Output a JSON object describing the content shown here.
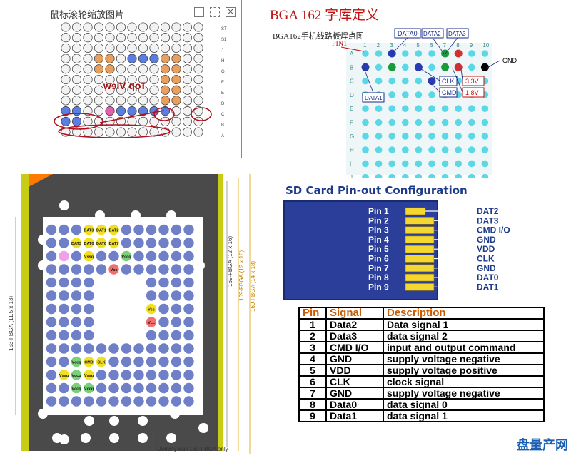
{
  "viewer": {
    "title": "鼠标滚轮缩放图片",
    "mirrored_caption": "Top View",
    "row_labels": [
      "ST",
      "S1",
      "J",
      "H",
      "G",
      "F",
      "E",
      "D",
      "C",
      "B",
      "A"
    ]
  },
  "bga162": {
    "title": "BGA 162 字库定义",
    "subtitle": "BGA162手机线路板焊点图",
    "pin1_label": "PIN1",
    "col_labels": [
      "1",
      "2",
      "3",
      "4",
      "5",
      "6",
      "7",
      "8",
      "9",
      "10"
    ],
    "row_labels": [
      "A",
      "B",
      "C",
      "D",
      "E",
      "F",
      "G",
      "H",
      "I",
      "J"
    ],
    "callouts": {
      "data0": "DATA0",
      "data2": "DATA2",
      "data3": "DATA3",
      "data1": "DATA1",
      "clk": "CLK",
      "cmd": "CMD",
      "gnd": "GND",
      "v33": "3.3V",
      "v18": "1.8V"
    }
  },
  "fbga": {
    "pad_labels": {
      "dat3": "DAT3",
      "dat1": "DAT1",
      "dat2": "DAT2",
      "dat0": "DAT0",
      "dat6": "DAT6",
      "dat7": "DAT7",
      "vssq": "Vssq",
      "vccq": "Vccq",
      "vcc": "Vcc",
      "vss": "Vss",
      "cmd": "CMD",
      "clk": "CLK"
    },
    "dim_left": "153-FBGA (11.5 x 13)",
    "dim_right1": "169-FBGA (12 x 16)",
    "dim_right2": "169-FBGA (12 x 18)",
    "dim_right3": "169-FBGA (14 x 18)",
    "dummy_note": "Dummy Ball 169-FBGA only"
  },
  "sdcard": {
    "title": "SD Card Pin-out Configuration",
    "pins": [
      "Pin 1",
      "Pin 2",
      "Pin 3",
      "Pin 4",
      "Pin 5",
      "Pin 6",
      "Pin 7",
      "Pin 8",
      "Pin 9"
    ],
    "signals": [
      "DAT2",
      "DAT3",
      "CMD I/O",
      "GND",
      "VDD",
      "CLK",
      "GND",
      "DAT0",
      "DAT1"
    ],
    "table": {
      "headers": [
        "Pin",
        "Signal",
        "Description"
      ],
      "rows": [
        [
          "1",
          "Data2",
          "Data signal  1"
        ],
        [
          "2",
          "Data3",
          "data signal 2"
        ],
        [
          "3",
          "CMD I/O",
          "input and output command"
        ],
        [
          "4",
          "GND",
          "supply voltage negative"
        ],
        [
          "5",
          "VDD",
          "supply voltage positive"
        ],
        [
          "6",
          "CLK",
          "clock signal"
        ],
        [
          "7",
          "GND",
          "supply voltage negative"
        ],
        [
          "8",
          "Data0",
          "data signal 0"
        ],
        [
          "9",
          "Data1",
          "data signal 1"
        ]
      ]
    },
    "watermark": "盘量产网"
  }
}
